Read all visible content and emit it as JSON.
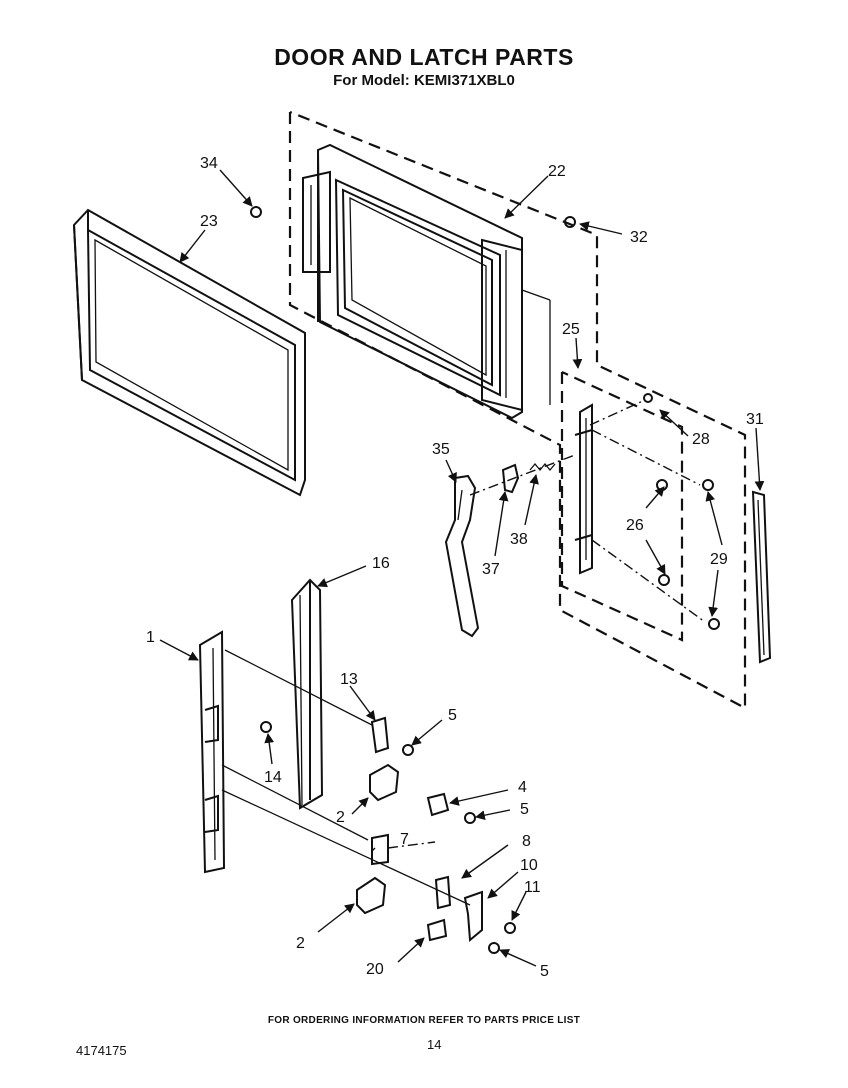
{
  "header": {
    "title": "DOOR AND LATCH PARTS",
    "subtitle": "For Model: KEMI371XBL0"
  },
  "footer": {
    "note": "FOR ORDERING INFORMATION REFER TO PARTS PRICE LIST",
    "page_number": "14",
    "document_number": "4174175"
  },
  "callouts": {
    "c1": "1",
    "c2a": "2",
    "c2b": "2",
    "c4": "4",
    "c5a": "5",
    "c5b": "5",
    "c5c": "5",
    "c7": "7",
    "c8": "8",
    "c10": "10",
    "c11": "11",
    "c13": "13",
    "c14": "14",
    "c16": "16",
    "c20": "20",
    "c22": "22",
    "c23": "23",
    "c25": "25",
    "c26": "26",
    "c28": "28",
    "c29": "29",
    "c31": "31",
    "c32": "32",
    "c34": "34",
    "c35": "35",
    "c37": "37",
    "c38": "38"
  }
}
